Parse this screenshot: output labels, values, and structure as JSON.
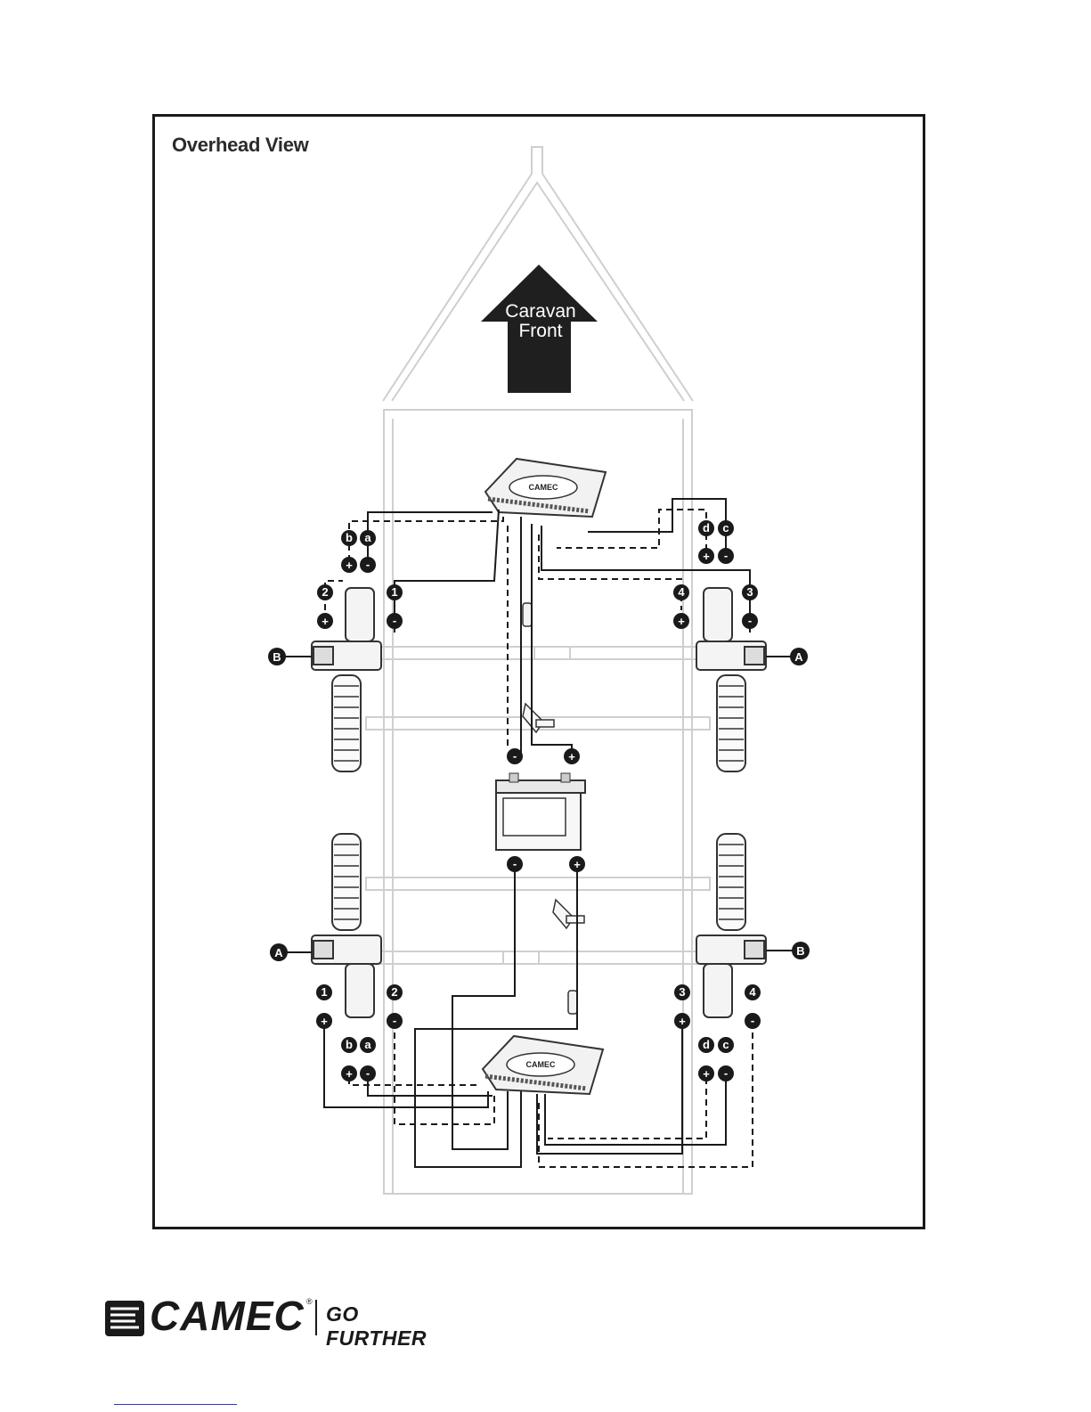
{
  "title": "Overhead View",
  "arrow": {
    "line1": "Caravan",
    "line2": "Front"
  },
  "controller_brand": "CAMEC",
  "labels": {
    "a": "a",
    "b": "b",
    "c": "c",
    "d": "d",
    "one": "1",
    "two": "2",
    "three": "3",
    "four": "4",
    "A": "A",
    "B": "B",
    "plus": "+",
    "minus": "-"
  },
  "footer": {
    "brand": "CAMEC",
    "registered": "®",
    "tagline": "GO FURTHER"
  },
  "icons": {
    "logo": "camec-swoosh-logo-icon",
    "battery": "battery-icon",
    "fuse": "inline-fuse-icon",
    "breakaway": "breakaway-switch-icon"
  },
  "colors": {
    "ink": "#1a1a1a",
    "chassis": "#cfcfcf",
    "arrow": "#1f1f1f"
  }
}
